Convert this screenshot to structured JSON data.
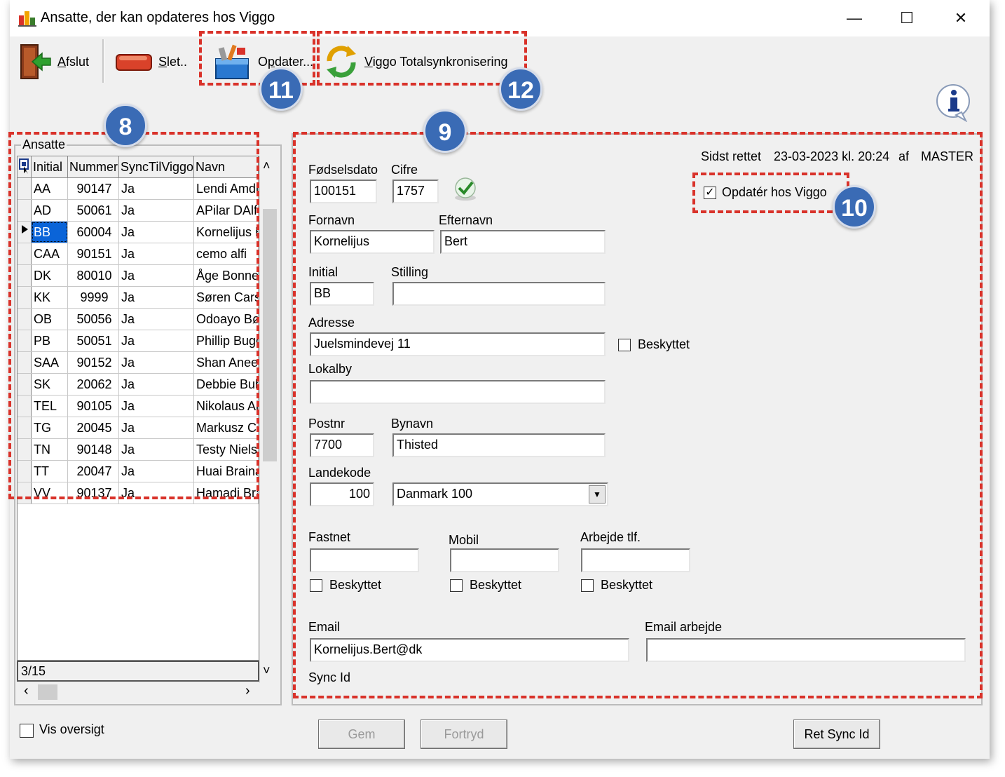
{
  "window": {
    "title": "Ansatte, der kan opdateres hos Viggo",
    "controls": {
      "minimize": "—",
      "maximize": "☐",
      "close": "✕"
    }
  },
  "toolbar": {
    "afslut_prefix": "",
    "afslut_u": "A",
    "afslut_rest": "fslut",
    "slet_u": "S",
    "slet_rest": "let..",
    "opdater_pre": "O",
    "opdater_u": "p",
    "opdater_rest": "dater...",
    "viggo_u": "V",
    "viggo_rest": "iggo Totalsynkronisering"
  },
  "badges": {
    "b8": "8",
    "b9": "9",
    "b10": "10",
    "b11": "11",
    "b12": "12"
  },
  "list": {
    "group_label": "Ansatte",
    "columns": [
      "Initial",
      "Nummer",
      "SyncTilViggo",
      "Navn"
    ],
    "rows": [
      {
        "initial": "AA",
        "nummer": "90147",
        "sync": "Ja",
        "navn": "Lendi Amdi"
      },
      {
        "initial": "AD",
        "nummer": "50061",
        "sync": "Ja",
        "navn": "APilar DAlf"
      },
      {
        "initial": "BB",
        "nummer": "60004",
        "sync": "Ja",
        "navn": "Kornelijus B"
      },
      {
        "initial": "CAA",
        "nummer": "90151",
        "sync": "Ja",
        "navn": "cemo alfi"
      },
      {
        "initial": "DK",
        "nummer": "80010",
        "sync": "Ja",
        "navn": "Åge Bonne"
      },
      {
        "initial": "KK",
        "nummer": "9999",
        "sync": "Ja",
        "navn": "Søren Cars"
      },
      {
        "initial": "OB",
        "nummer": "50056",
        "sync": "Ja",
        "navn": "Odoayo Bø"
      },
      {
        "initial": "PB",
        "nummer": "50051",
        "sync": "Ja",
        "navn": "Phillip Bugg"
      },
      {
        "initial": "SAA",
        "nummer": "90152",
        "sync": "Ja",
        "navn": "Shan Anee"
      },
      {
        "initial": "SK",
        "nummer": "20062",
        "sync": "Ja",
        "navn": "Debbie Bub"
      },
      {
        "initial": "TEL",
        "nummer": "90105",
        "sync": "Ja",
        "navn": "Nikolaus Ale"
      },
      {
        "initial": "TG",
        "nummer": "20045",
        "sync": "Ja",
        "navn": "Markusz Ca"
      },
      {
        "initial": "TN",
        "nummer": "90148",
        "sync": "Ja",
        "navn": "Testy Niels"
      },
      {
        "initial": "TT",
        "nummer": "20047",
        "sync": "Ja",
        "navn": "Huai Braina"
      },
      {
        "initial": "VV",
        "nummer": "90137",
        "sync": "Ja",
        "navn": "Hamadi Bra"
      }
    ],
    "selected_index": 2,
    "record_count": "3/15",
    "vis_oversigt": "Vis oversigt"
  },
  "form": {
    "sidst_rettet_label": "Sidst rettet",
    "sidst_rettet_value": "23-03-2023 kl. 20:24",
    "af_label": "af",
    "af_value": "MASTER",
    "opdater_viggo": "Opdatér hos Viggo",
    "fodselsdato_label": "Fødselsdato",
    "fodselsdato": "100151",
    "cifre_label": "Cifre",
    "cifre": "1757",
    "fornavn_label": "Fornavn",
    "fornavn": "Kornelijus",
    "efternavn_label": "Efternavn",
    "efternavn": "Bert",
    "initial_label": "Initial",
    "initial": "BB",
    "stilling_label": "Stilling",
    "stilling": "",
    "adresse_label": "Adresse",
    "adresse": "Juelsmindevej 11",
    "beskyttet": "Beskyttet",
    "lokalby_label": "Lokalby",
    "lokalby": "",
    "postnr_label": "Postnr",
    "postnr": "7700",
    "bynavn_label": "Bynavn",
    "bynavn": "Thisted",
    "landekode_label": "Landekode",
    "landekode": "100",
    "land_select": "Danmark 100",
    "fastnet_label": "Fastnet",
    "fastnet": "",
    "mobil_label": "Mobil",
    "mobil": "",
    "arbejde_label": "Arbejde tlf.",
    "arbejde": "",
    "email_label": "Email",
    "email": "Kornelijus.Bert@dk",
    "email_arbejde_label": "Email arbejde",
    "email_arbejde": "",
    "sync_id_label": "Sync Id"
  },
  "buttons": {
    "gem": "Gem",
    "fortryd": "Fortryd",
    "ret_sync": "Ret Sync Id"
  }
}
